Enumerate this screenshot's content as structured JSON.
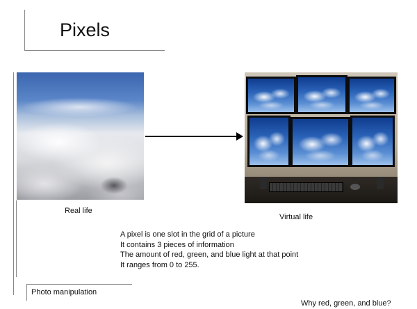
{
  "slide": {
    "title": "Pixels",
    "images": {
      "real": {
        "caption": "Real life",
        "icon": "cloud-photo"
      },
      "virtual": {
        "caption": "Virtual life",
        "icon": "multi-monitor-cloud-photo"
      }
    },
    "arrow": {
      "icon": "right-arrow"
    },
    "body": [
      "A pixel is one slot in the grid of a picture",
      "It contains 3 pieces of information",
      "The amount of red, green, and blue light at that point",
      "It ranges from 0 to 255."
    ],
    "footer": {
      "section": "Photo manipulation",
      "question": "Why red, green, and blue?"
    }
  }
}
